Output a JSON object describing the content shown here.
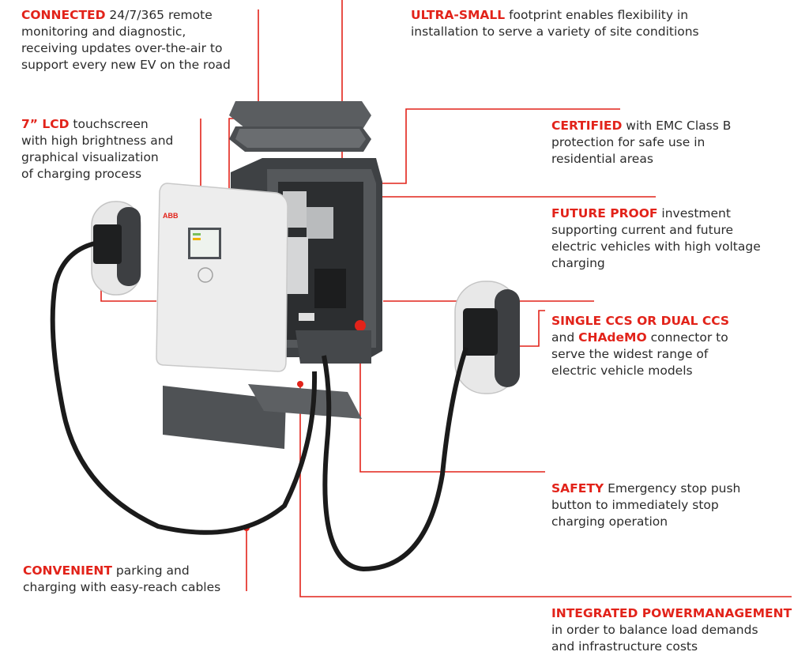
{
  "colors": {
    "accent": "#e2231a",
    "text": "#2b2b2b",
    "housing": "#4a4d50",
    "panel": "#eeeeee"
  },
  "logo_text": "ABB",
  "callouts": {
    "connected": {
      "key": "CONNECTED",
      "text": " 24/7/365 remote",
      "lines": [
        "monitoring and diagnostic,",
        "receiving updates over-the-air to",
        "support every new EV on the road"
      ]
    },
    "lcd": {
      "key": "7” LCD",
      "text": " touchscreen",
      "lines": [
        "with high brightness and",
        "graphical visualization",
        "of charging process"
      ]
    },
    "ultra_small": {
      "key": "ULTRA-SMALL",
      "text": " footprint enables flexibility in",
      "lines": [
        "installation to serve a variety of site conditions"
      ]
    },
    "certified": {
      "key": "CERTIFIED",
      "text": " with EMC Class B",
      "lines": [
        "protection for safe use in",
        "residential areas"
      ]
    },
    "future_proof": {
      "key": "FUTURE PROOF",
      "text": " investment",
      "lines": [
        "supporting current and future",
        "electric vehicles with high voltage",
        "charging"
      ]
    },
    "connector": {
      "key": "SINGLE CCS OR DUAL CCS",
      "and": "and ",
      "key2": "CHAdeMO",
      "text2": " connector to",
      "lines": [
        "serve the widest range of",
        "electric vehicle models"
      ]
    },
    "safety": {
      "key": "SAFETY",
      "text": " Emergency stop push",
      "lines": [
        "button to immediately stop",
        "charging operation"
      ]
    },
    "convenient": {
      "key": "CONVENIENT",
      "text": " parking and",
      "lines": [
        "charging with easy-reach cables"
      ]
    },
    "powermgmt": {
      "key": "INTEGRATED POWERMANAGEMENT",
      "text": "",
      "lines": [
        "in order to balance load demands",
        "and infrastructure costs"
      ]
    }
  }
}
